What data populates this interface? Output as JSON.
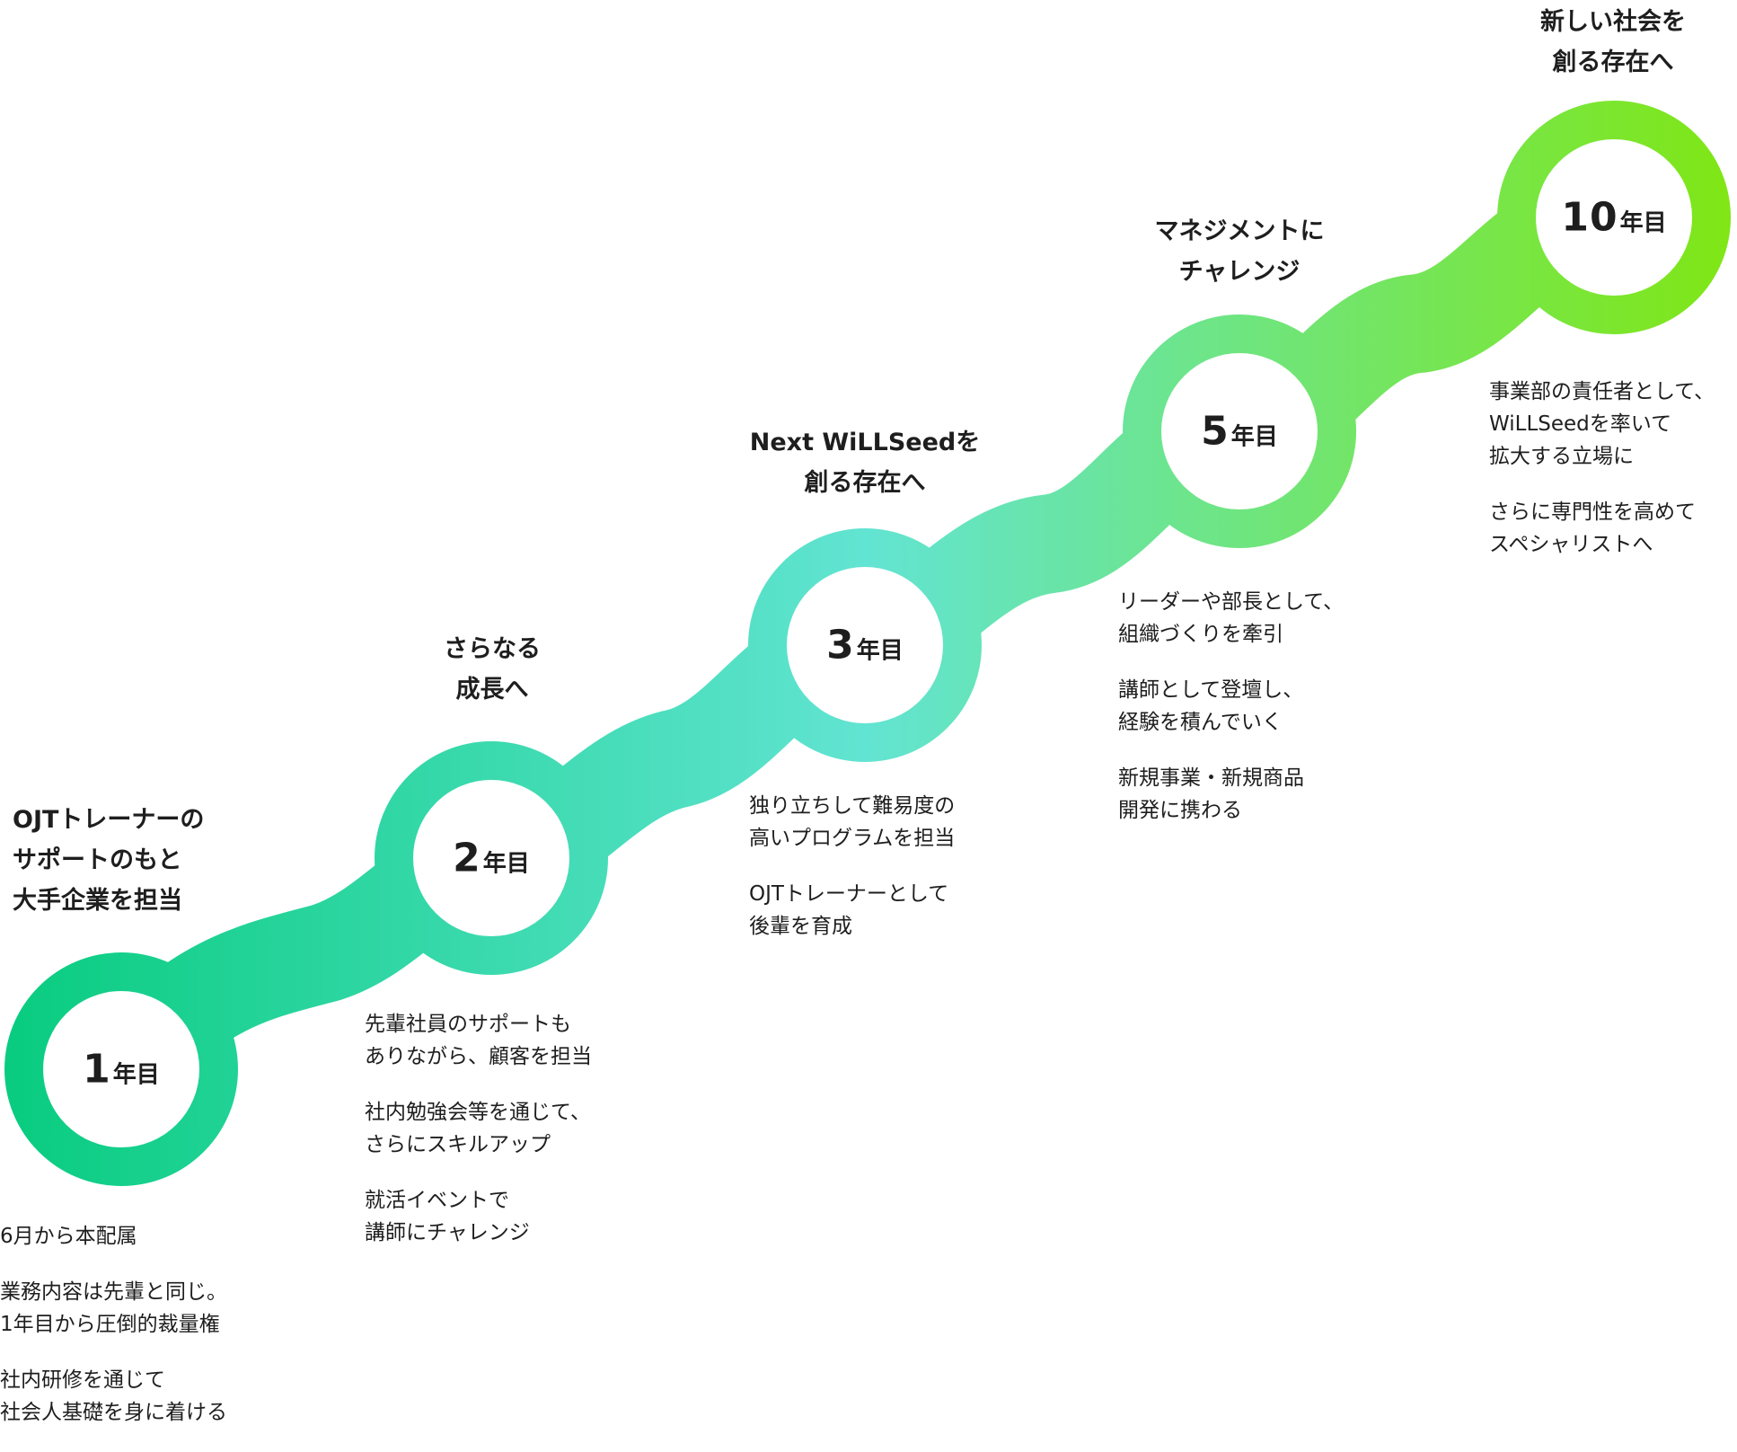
{
  "colors": {
    "gradient_start": "#08cc7f",
    "gradient_mid": "#62e4d2",
    "gradient_end": "#80e613",
    "circle_fill": "#ffffff",
    "text": "#1e1e1e"
  },
  "steps": [
    {
      "number": "1",
      "suffix": "年目",
      "title": [
        "OJTトレーナーの",
        "サポートのもと",
        "大手企業を担当"
      ],
      "details": [
        [
          "6月から本配属"
        ],
        [
          "業務内容は先輩と同じ。",
          "1年目から圧倒的裁量権"
        ],
        [
          "社内研修を通じて",
          "社会人基礎を身に着ける"
        ]
      ]
    },
    {
      "number": "2",
      "suffix": "年目",
      "title": [
        "さらなる",
        "成長へ"
      ],
      "details": [
        [
          "先輩社員のサポートも",
          "ありながら、顧客を担当"
        ],
        [
          "社内勉強会等を通じて、",
          "さらにスキルアップ"
        ],
        [
          "就活イベントで",
          "講師にチャレンジ"
        ]
      ]
    },
    {
      "number": "3",
      "suffix": "年目",
      "title": [
        "Next WiLLSeedを",
        "創る存在へ"
      ],
      "details": [
        [
          "独り立ちして難易度の",
          "高いプログラムを担当"
        ],
        [
          "OJTトレーナーとして",
          "後輩を育成"
        ]
      ]
    },
    {
      "number": "5",
      "suffix": "年目",
      "title": [
        "マネジメントに",
        "チャレンジ"
      ],
      "details": [
        [
          "リーダーや部長として、",
          "組織づくりを牽引"
        ],
        [
          "講師として登壇し、",
          "経験を積んでいく"
        ],
        [
          "新規事業・新規商品",
          "開発に携わる"
        ]
      ]
    },
    {
      "number": "10",
      "suffix": "年目",
      "title": [
        "新しい社会を",
        "創る存在へ"
      ],
      "details": [
        [
          "事業部の責任者として、",
          "WiLLSeedを率いて",
          "拡大する立場に"
        ],
        [
          "さらに専門性を高めて",
          "スペシャリストへ"
        ]
      ]
    }
  ]
}
